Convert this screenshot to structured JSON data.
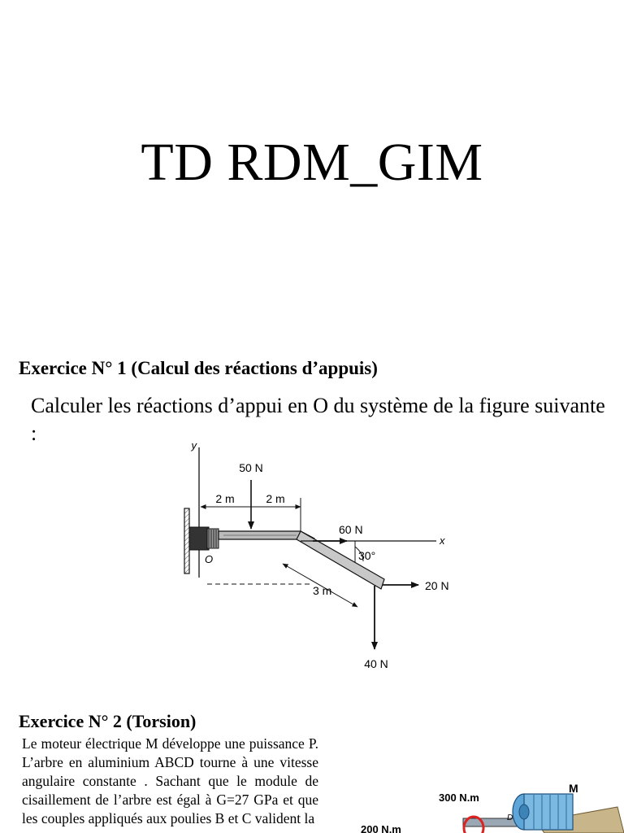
{
  "title": "TD RDM_GIM",
  "exercise1": {
    "heading": "Exercice N° 1 (Calcul des réactions d’appuis)",
    "statement": "Calculer les réactions d’appui en O du système de la figure suivante :",
    "figure": {
      "axis_y": "y",
      "axis_x": "x",
      "origin": "O",
      "force_top": "50 N",
      "dim_left": "2 m",
      "dim_right": "2 m",
      "force_horizontal": "60 N",
      "angle": "30°",
      "dim_inclined": "3 m",
      "force_end_horizontal": "20 N",
      "force_end_vertical": "40 N"
    }
  },
  "exercise2": {
    "heading": "Exercice N° 2 (Torsion)",
    "text": "Le moteur électrique M développe une puissance P. L’arbre en aluminium ABCD tourne à une vitesse angulaire constante . Sachant que le module de cisaillement de l’arbre est égal à  G=27 GPa et que les couples appliqués aux poulies B et C valident la",
    "figure": {
      "torque_top": "300 N.m",
      "torque_left": "200 N.m",
      "motor_label": "M",
      "point_d": "D"
    }
  }
}
